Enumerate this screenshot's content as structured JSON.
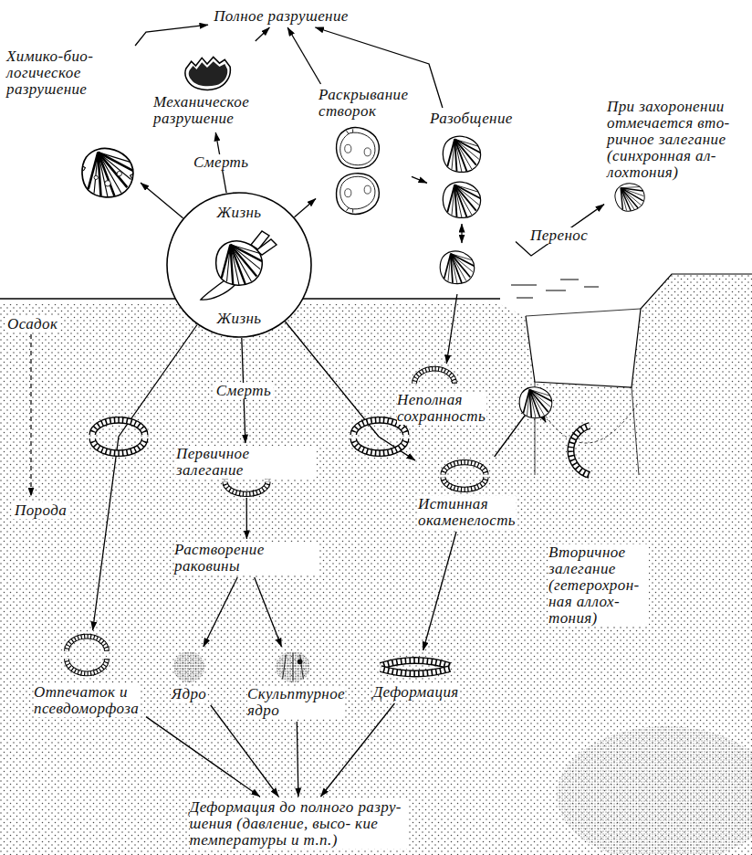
{
  "diagram": {
    "nodes": [
      {
        "text": [
          "Полное разрушение"
        ]
      },
      {
        "text": [
          "Химико-био- логическое разрушение"
        ]
      },
      {
        "text": [
          "Механическое разрушение"
        ]
      },
      {
        "text": [
          "Раскрывание створок"
        ]
      },
      {
        "text": [
          "Разобщение"
        ]
      },
      {
        "text": [
          "При захоронении отмечается вто- ричное залегание (синхронная ал- лохтония)"
        ]
      },
      {
        "text": [
          "Жизнь",
          "Жизнь"
        ]
      },
      {
        "text": [
          "Неполная сохранность"
        ]
      },
      {
        "text": [
          "Первичное залегание"
        ]
      },
      {
        "text": [
          "Истинная окаменелость"
        ]
      },
      {
        "text": [
          "Растворение раковины"
        ]
      },
      {
        "text": [
          "Вторичное залегание (гетерохрон- ная аллох- тония)"
        ]
      },
      {
        "text": [
          "Отпечаток и псевдоморфоза"
        ]
      },
      {
        "text": [
          "Ядро"
        ]
      },
      {
        "text": [
          "Скульптурное ядро"
        ]
      },
      {
        "text": [
          "Деформация"
        ]
      },
      {
        "text": [
          "Деформация до полного разру- шения (давление, высо- кие температуры и т.п.)"
        ]
      }
    ],
    "edges": [
      {
        "from": 1,
        "to": 0,
        "arrow": "to"
      },
      {
        "from": 2,
        "to": 0,
        "arrow": "to"
      },
      {
        "from": 3,
        "to": 0,
        "arrow": "to"
      },
      {
        "from": 4,
        "to": 0,
        "arrow": "to"
      },
      {
        "from": 6,
        "to": 1,
        "arrow": "to"
      },
      {
        "from": 6,
        "to": 2,
        "label": "Смерть",
        "arrow": "to"
      },
      {
        "from": 6,
        "to": 3,
        "arrow": "to"
      },
      {
        "from": 3,
        "to": 4,
        "arrow": "to"
      },
      {
        "from": 4,
        "to": 5,
        "label": "Перенос",
        "arrow": "to"
      },
      {
        "from": 4,
        "to": 7,
        "arrow": "to"
      },
      {
        "from": 6,
        "to": 12,
        "arrow": "to"
      },
      {
        "from": 6,
        "to": 8,
        "label": "Смерть",
        "arrow": "to"
      },
      {
        "from": 6,
        "to": 9,
        "arrow": "to"
      },
      {
        "from": 8,
        "to": 10,
        "arrow": "to"
      },
      {
        "from": 10,
        "to": 13,
        "arrow": "to"
      },
      {
        "from": 10,
        "to": 14,
        "arrow": "to"
      },
      {
        "from": 9,
        "to": 15,
        "arrow": "to"
      },
      {
        "from": 9,
        "to": 11,
        "arrow": "to"
      },
      {
        "from": 12,
        "to": 16,
        "arrow": "to"
      },
      {
        "from": 13,
        "to": 16,
        "arrow": "to"
      },
      {
        "from": 14,
        "to": 16,
        "arrow": "to"
      },
      {
        "from": 15,
        "to": 16,
        "arrow": "to"
      }
    ],
    "labels": [
      "Осадок",
      "Порода"
    ]
  }
}
